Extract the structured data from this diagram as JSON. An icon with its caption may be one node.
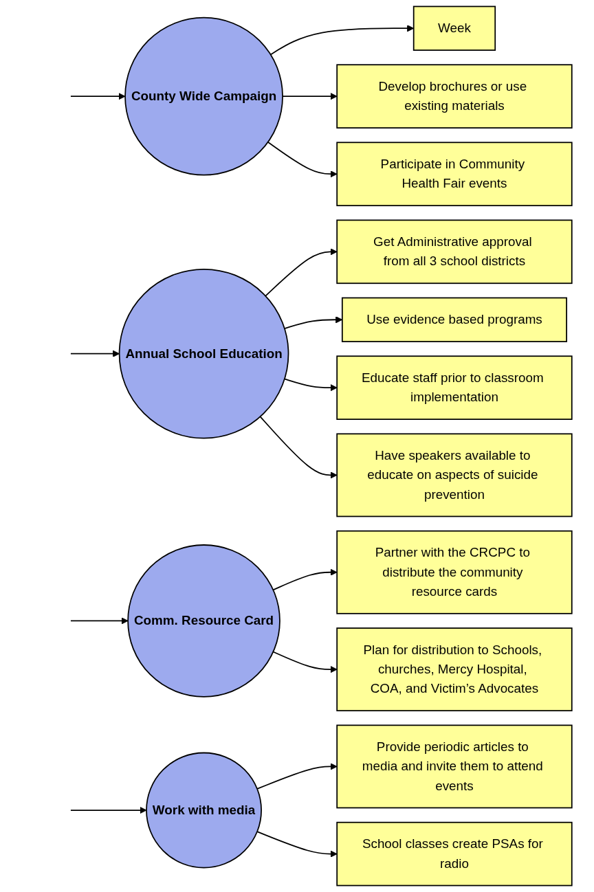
{
  "diagram": {
    "nodes": [
      {
        "text": [
          "Week"
        ]
      },
      {
        "text": [
          "County Wide Campaign"
        ]
      },
      {
        "text": [
          "Develop brochures or use existing materials"
        ]
      },
      {
        "text": [
          "Participate in Community Health Fair events"
        ]
      },
      {
        "text": [
          "Get Administrative approval from all 3 school districts"
        ]
      },
      {
        "text": [
          "Annual School Education"
        ]
      },
      {
        "text": [
          "Use evidence based programs"
        ]
      },
      {
        "text": [
          "Educate staff prior to classroom implementation"
        ]
      },
      {
        "text": [
          "Have speakers available to educate on aspects of suicide prevention"
        ]
      },
      {
        "text": [
          "Comm. Resource Card"
        ]
      },
      {
        "text": [
          "Partner with the CRCPC to distribute the community resource cards"
        ]
      },
      {
        "text": [
          "Plan for distribution to Schools, churches, Mercy Hospital, COA, and Victim’s Advocates"
        ]
      },
      {
        "text": [
          "Work with media"
        ]
      },
      {
        "text": [
          "Provide periodic articles to media and invite them to attend events"
        ]
      },
      {
        "text": [
          "School classes create PSAs for radio"
        ]
      }
    ],
    "edges": [
      {
        "from": null,
        "to": 1,
        "arrow": "to"
      },
      {
        "from": null,
        "to": 5,
        "arrow": "to"
      },
      {
        "from": null,
        "to": 9,
        "arrow": "to"
      },
      {
        "from": null,
        "to": 12,
        "arrow": "to"
      },
      {
        "from": 1,
        "to": 0,
        "arrow": "to"
      },
      {
        "from": 1,
        "to": 2,
        "arrow": "to"
      },
      {
        "from": 1,
        "to": 3,
        "arrow": "to"
      },
      {
        "from": 5,
        "to": 4,
        "arrow": "to"
      },
      {
        "from": 5,
        "to": 6,
        "arrow": "to"
      },
      {
        "from": 5,
        "to": 7,
        "arrow": "to"
      },
      {
        "from": 5,
        "to": 8,
        "arrow": "to"
      },
      {
        "from": 9,
        "to": 10,
        "arrow": "to"
      },
      {
        "from": 9,
        "to": 11,
        "arrow": "to"
      },
      {
        "from": 12,
        "to": 13,
        "arrow": "to"
      },
      {
        "from": 12,
        "to": 14,
        "arrow": "to"
      }
    ]
  }
}
